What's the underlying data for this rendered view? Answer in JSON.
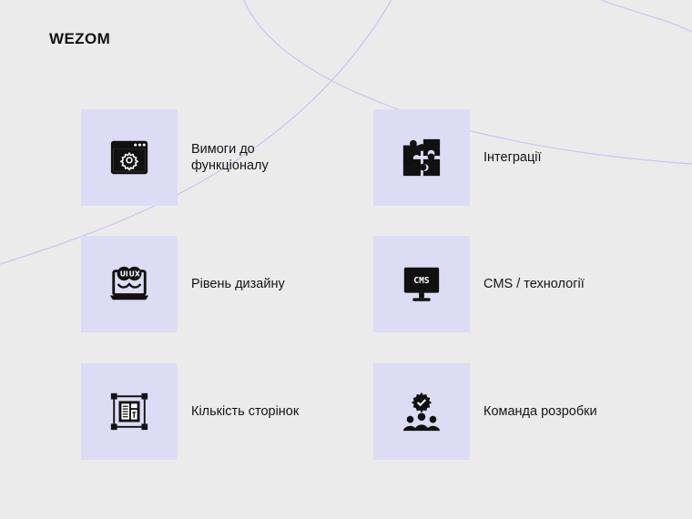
{
  "brand": {
    "logo_text": "WEZOM"
  },
  "colors": {
    "background": "#ecebeb",
    "tile": "#dddcf5",
    "line": "#c9c4f2",
    "icon": "#111111"
  },
  "features": [
    {
      "icon": "browser-settings-icon",
      "label": "Вимоги до\nфункціоналу"
    },
    {
      "icon": "puzzle-icon",
      "label": "Інтеграції"
    },
    {
      "icon": "ui-ux-laptop-icon",
      "label": "Рівень дизайну"
    },
    {
      "icon": "cms-monitor-icon",
      "label": "CMS / технології"
    },
    {
      "icon": "page-layout-icon",
      "label": "Кількість сторінок"
    },
    {
      "icon": "team-gear-icon",
      "label": "Команда розробки"
    }
  ]
}
